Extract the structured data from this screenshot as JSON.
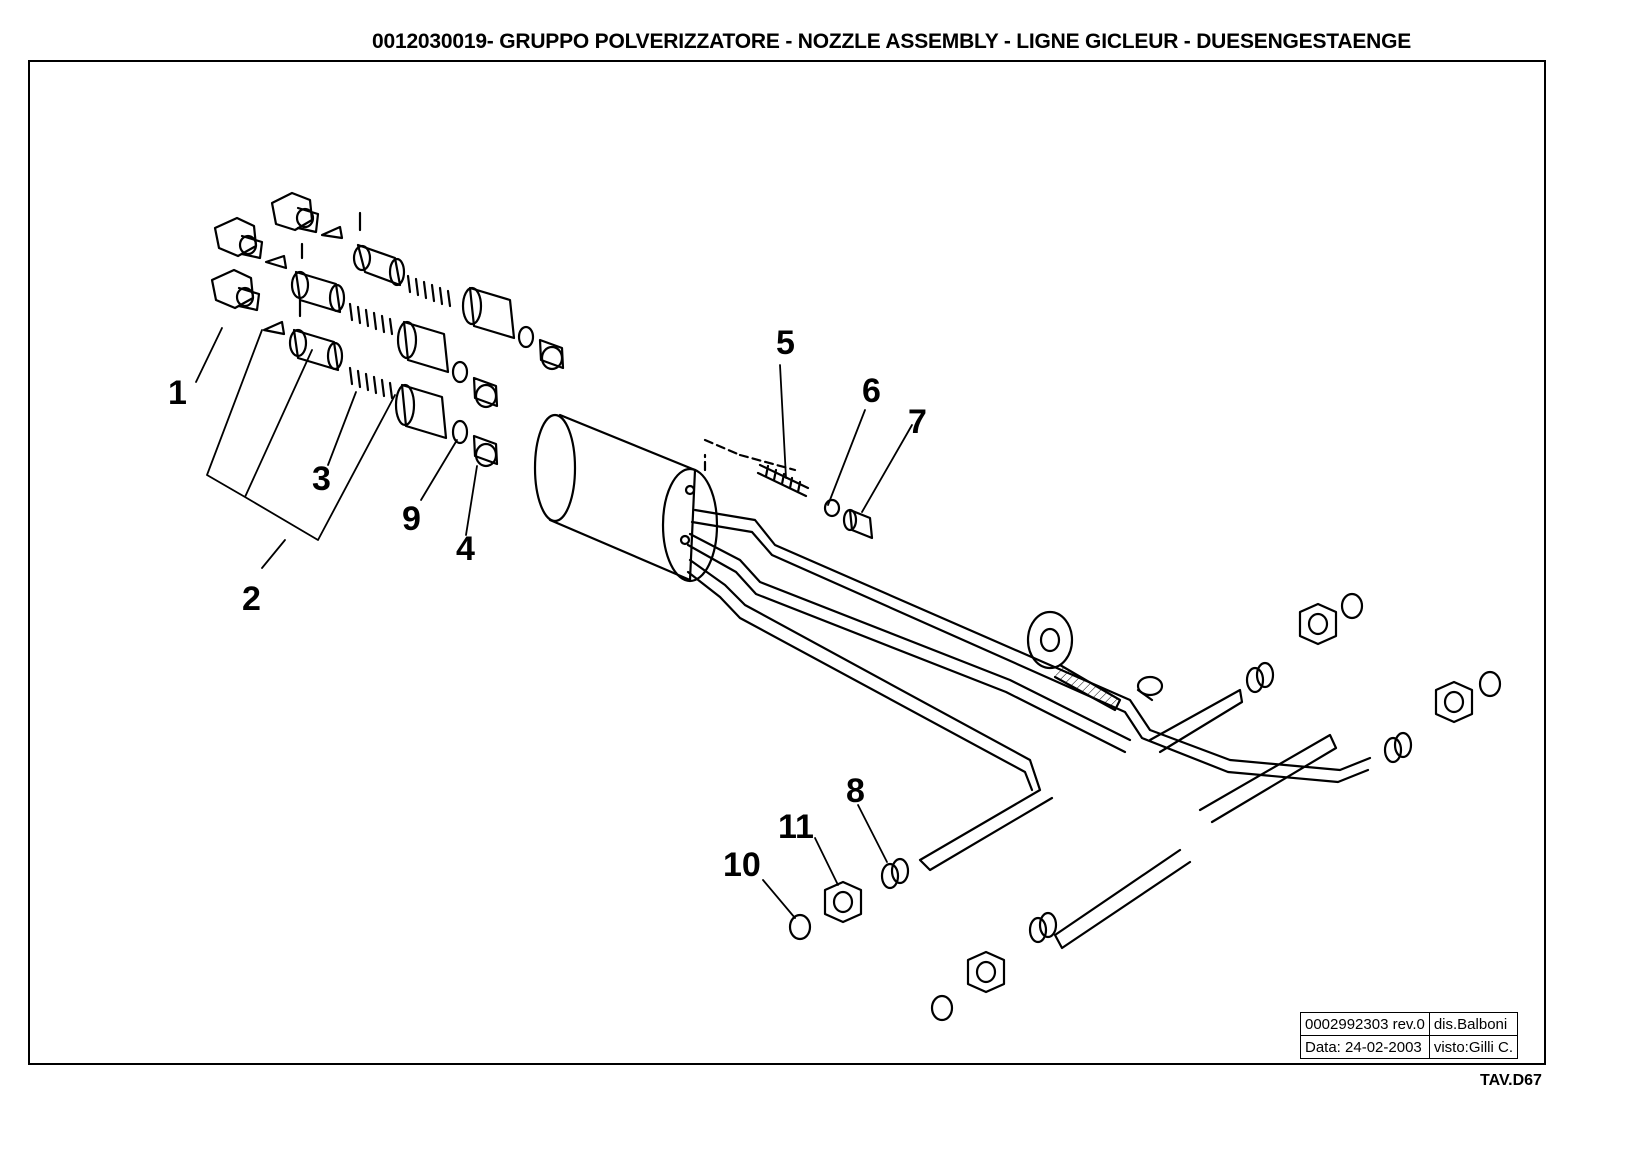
{
  "title": "0012030019- GRUPPO  POLVERIZZATORE -  NOZZLE ASSEMBLY - LIGNE GICLEUR - DUESENGESTAENGE",
  "callouts": {
    "c1": "1",
    "c2": "2",
    "c3": "3",
    "c4": "4",
    "c5": "5",
    "c6": "6",
    "c7": "7",
    "c8": "8",
    "c9": "9",
    "c10": "10",
    "c11": "11"
  },
  "title_block": {
    "drawing_number": "0002992303  rev.0",
    "drawn_by": "dis.Balboni",
    "date": "Data:  24-02-2003",
    "checked_by": "visto:Gilli C."
  },
  "sheet": "TAV.D67"
}
